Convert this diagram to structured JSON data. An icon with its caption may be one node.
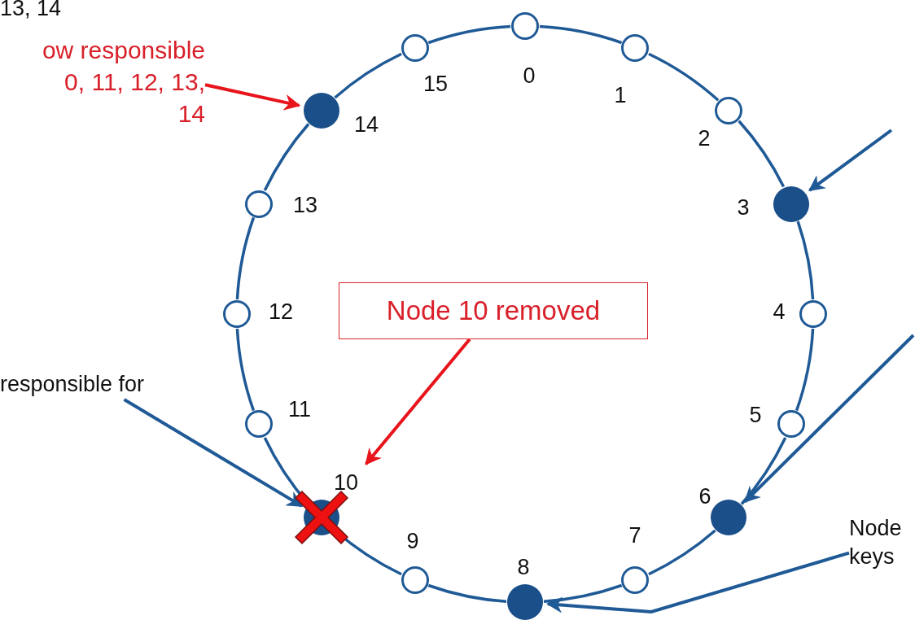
{
  "diagram": {
    "nodes": [
      {
        "text": [
          "ow responsible 0, 11, 12, 13, 14"
        ]
      },
      {
        "text": [],
        "shape": "circle",
        "beside": [
          "0"
        ]
      },
      {
        "text": [],
        "shape": "circle",
        "beside": [
          "1"
        ]
      },
      {
        "text": [],
        "shape": "circle",
        "beside": [
          "2"
        ]
      },
      {
        "text": [],
        "shape": "dot",
        "beside": [
          "3"
        ]
      },
      {
        "text": [],
        "shape": "circle",
        "beside": [
          "4"
        ]
      },
      {
        "text": [],
        "shape": "circle",
        "beside": [
          "5"
        ]
      },
      {
        "text": [],
        "shape": "dot",
        "beside": [
          "6"
        ]
      },
      {
        "text": [],
        "shape": "circle",
        "beside": [
          "7"
        ]
      },
      {
        "text": [],
        "shape": "dot",
        "beside": [
          "8"
        ]
      },
      {
        "text": [],
        "shape": "circle",
        "beside": [
          "9"
        ]
      },
      {
        "text": [],
        "shape": "crossed",
        "beside": [
          "10"
        ]
      },
      {
        "text": [],
        "shape": "circle",
        "beside": [
          "11"
        ]
      },
      {
        "text": [],
        "shape": "circle",
        "beside": [
          "12"
        ]
      },
      {
        "text": [],
        "shape": "circle",
        "beside": [
          "13"
        ]
      },
      {
        "text": [],
        "shape": "dot",
        "beside": [
          "14"
        ]
      },
      {
        "text": [],
        "shape": "circle",
        "beside": [
          "15"
        ]
      },
      {
        "text": [
          "Node 10 removed"
        ]
      },
      {
        "text": [
          "responsible for"
        ]
      },
      {
        "text": [
          "Node keys"
        ]
      }
    ],
    "edges": [
      {
        "from": 0,
        "to": 15,
        "arrow": "to",
        "color": "#e8141c"
      },
      {
        "from": 17,
        "to": 11,
        "arrow": "to",
        "color": "#e8141c"
      },
      {
        "from": 18,
        "to": 11,
        "arrow": "to"
      },
      {
        "from": null,
        "to": 4,
        "arrow": "to"
      },
      {
        "from": null,
        "to": 7,
        "arrow": "to"
      },
      {
        "from": 19,
        "to": 9,
        "arrow": "to"
      },
      {
        "from": 1,
        "to": 2,
        "arrow": "none"
      },
      {
        "from": 2,
        "to": 3,
        "arrow": "none"
      },
      {
        "from": 3,
        "to": 4,
        "arrow": "none"
      },
      {
        "from": 4,
        "to": 5,
        "arrow": "none"
      },
      {
        "from": 5,
        "to": 6,
        "arrow": "none"
      },
      {
        "from": 6,
        "to": 7,
        "arrow": "none"
      },
      {
        "from": 7,
        "to": 8,
        "arrow": "none"
      },
      {
        "from": 8,
        "to": 9,
        "arrow": "none"
      },
      {
        "from": 9,
        "to": 10,
        "arrow": "none"
      },
      {
        "from": 10,
        "to": 11,
        "arrow": "none"
      },
      {
        "from": 11,
        "to": 12,
        "arrow": "none"
      },
      {
        "from": 12,
        "to": 13,
        "arrow": "none"
      },
      {
        "from": 13,
        "to": 14,
        "arrow": "none"
      },
      {
        "from": 14,
        "to": 15,
        "arrow": "none"
      },
      {
        "from": 15,
        "to": 16,
        "arrow": "none"
      },
      {
        "from": 16,
        "to": 1,
        "arrow": "none"
      }
    ],
    "labels": [
      "13, 14"
    ]
  }
}
